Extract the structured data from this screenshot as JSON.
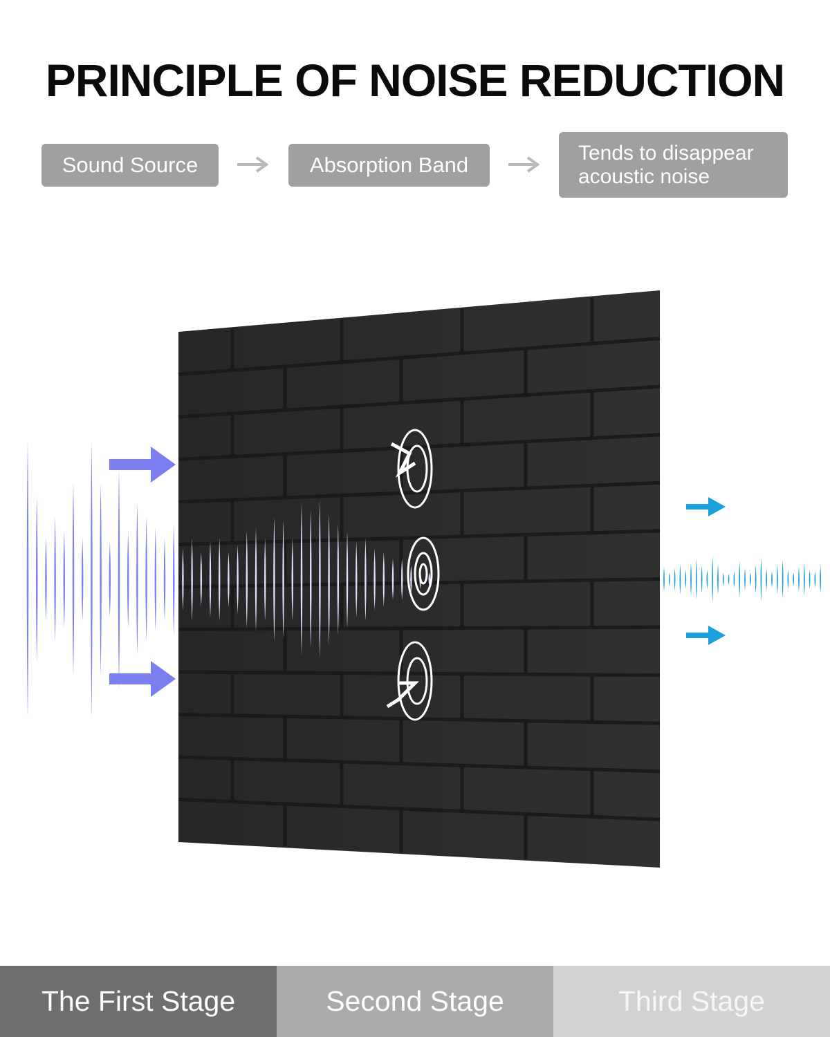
{
  "title": "PRINCIPLE OF NOISE REDUCTION",
  "steps": [
    {
      "label": "Sound Source"
    },
    {
      "label": "Absorption Band"
    },
    {
      "label_lines": [
        "Tends to disappear",
        "acoustic noise"
      ]
    }
  ],
  "stages": [
    {
      "label": "The First Stage"
    },
    {
      "label": "Second Stage"
    },
    {
      "label": "Third Stage"
    }
  ],
  "colors": {
    "title": "#0b0b0b",
    "step_box": "#a0a0a0",
    "flow_arrow": "#b9b9b9",
    "panel": "#2a2a2a",
    "panel_groove": "#1a1a1a",
    "incoming_wave": "#7b7ff0",
    "outgoing_wave": "#1aa0dc",
    "stage_1": "#6e6e6e",
    "stage_2": "#aaaaaa",
    "stage_3": "#d2d2d2"
  },
  "icons": [
    "flow-arrow-icon",
    "incoming-arrow-icon",
    "outgoing-arrow-icon",
    "absorption-swirl-icon",
    "incoming-sound-wave",
    "outgoing-sound-wave",
    "acoustic-panel"
  ]
}
